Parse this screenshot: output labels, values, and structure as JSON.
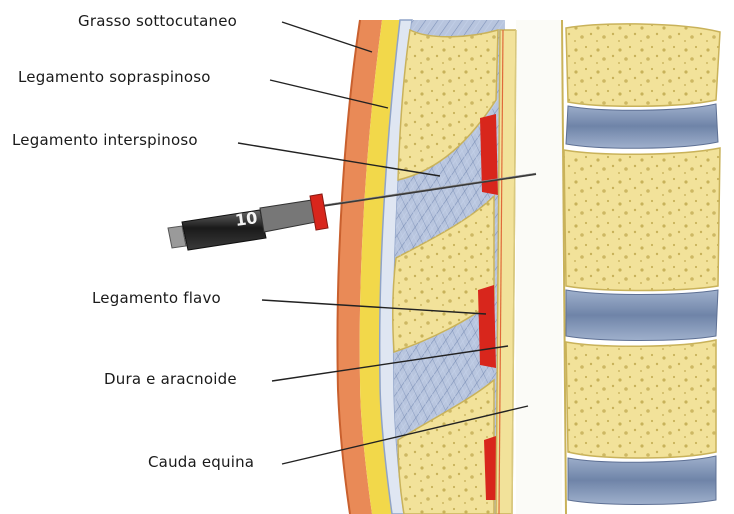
{
  "labels": {
    "grasso": "Grasso sottocutaneo",
    "sopraspinoso": "Legamento sopraspinoso",
    "interspinoso": "Legamento interspinoso",
    "flavo": "Legamento flavo",
    "dura": "Dura e aracnoide",
    "cauda": "Cauda equina"
  },
  "syringe": {
    "marking": "10"
  },
  "colors": {
    "skin": "#e98a57",
    "fat": "#f2d84a",
    "ligament": "#8fa3c8",
    "vertebra": "#f2e29a",
    "disc": "#7f93b5",
    "epidural": "#d8261c",
    "leader": "#222222"
  }
}
